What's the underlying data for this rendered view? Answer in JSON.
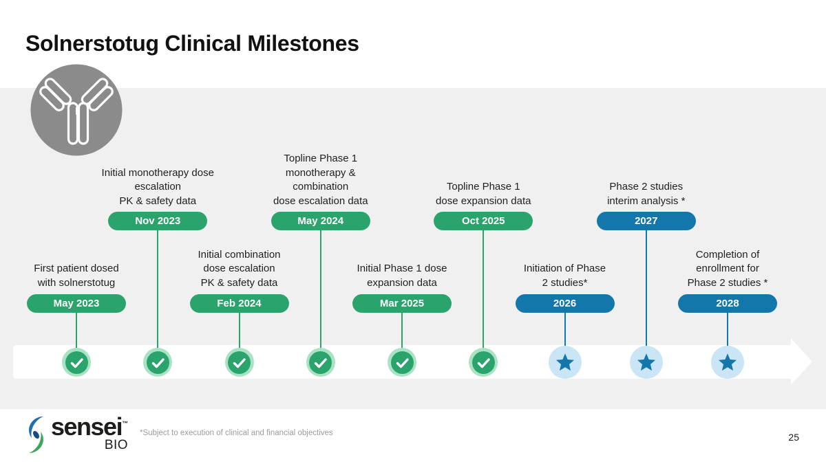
{
  "title": "Solnerstotug Clinical Milestones",
  "footnote": "*Subject to execution of clinical and financial objectives",
  "page_number": "25",
  "logo": {
    "name": "sensei",
    "tm": "™",
    "sub": "BIO"
  },
  "colors": {
    "green": "#2aa36c",
    "green_light": "#a9e2c4",
    "blue": "#1477ac",
    "blue_light": "#c9e5f6",
    "band_gray": "#f0f0f0",
    "circle_gray": "#8b8b8b"
  },
  "icons": {
    "antibody": "antibody-icon",
    "completed_marker": "check-icon",
    "planned_marker": "star-icon",
    "arrow": "timeline-arrow-right"
  },
  "milestones": [
    {
      "label": "First patient dosed\nwith solnerstotug",
      "date": "May 2023",
      "tier": "bottom",
      "status": "done"
    },
    {
      "label": "Initial monotherapy dose\nescalation\nPK & safety data",
      "date": "Nov 2023",
      "tier": "top",
      "status": "done"
    },
    {
      "label": "Initial combination\ndose escalation\nPK & safety data",
      "date": "Feb 2024",
      "tier": "bottom",
      "status": "done"
    },
    {
      "label": "Topline Phase 1\nmonotherapy &\ncombination\ndose escalation data",
      "date": "May 2024",
      "tier": "top",
      "status": "done"
    },
    {
      "label": "Initial Phase 1 dose\nexpansion data",
      "date": "Mar 2025",
      "tier": "bottom",
      "status": "done"
    },
    {
      "label": "Topline Phase 1\ndose expansion data",
      "date": "Oct 2025",
      "tier": "top",
      "status": "done"
    },
    {
      "label": "Initiation of Phase\n2 studies*",
      "date": "2026",
      "tier": "bottom",
      "status": "planned"
    },
    {
      "label": "Phase 2 studies\ninterim analysis *",
      "date": "2027",
      "tier": "top",
      "status": "planned"
    },
    {
      "label": "Completion of\nenrollment for\nPhase 2 studies *",
      "date": "2028",
      "tier": "bottom",
      "status": "planned"
    }
  ]
}
